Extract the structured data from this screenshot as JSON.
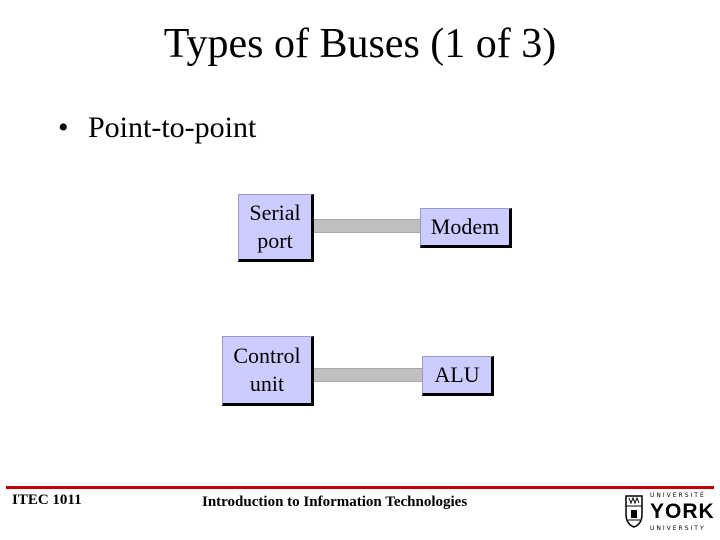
{
  "slide": {
    "title": "Types of Buses (1 of 3)",
    "bullet": "•",
    "bullet_text": "Point-to-point"
  },
  "diagram": {
    "nodes": {
      "serial_port": {
        "line1": "Serial",
        "line2": "port"
      },
      "modem": {
        "label": "Modem"
      },
      "control_unit": {
        "line1": "Control",
        "line2": "unit"
      },
      "alu": {
        "label": "ALU"
      }
    },
    "colors": {
      "node_fill": "#ccccff",
      "bus_fill": "#c0c0c0",
      "footer_line": "#c00000"
    }
  },
  "footer": {
    "course": "ITEC 1011",
    "course_title": "Introduction to Information Technologies"
  },
  "logo": {
    "top_text": "UNIVERSITÉ",
    "name": "YORK",
    "bottom_text": "UNIVERSITY"
  }
}
